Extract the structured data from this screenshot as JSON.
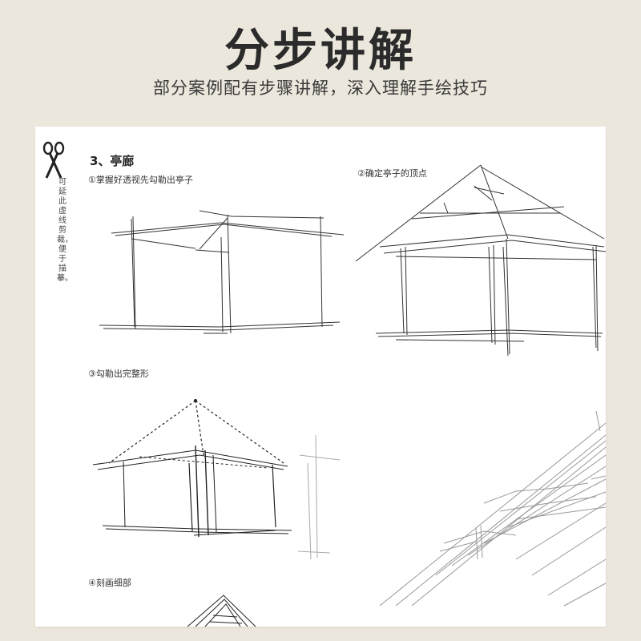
{
  "header": {
    "title": "分步讲解",
    "subtitle": "部分案例配有步骤讲解，深入理解手绘技巧"
  },
  "page": {
    "cut_hint": "可延此虚线剪裁，便于描摹。",
    "section_title": "3、亭廊",
    "steps": [
      {
        "label": "①掌握好透视先勾勒出亭子"
      },
      {
        "label": "②确定亭子的顶点"
      },
      {
        "label": "③勾勒出完整形"
      },
      {
        "label": "④刻画细部"
      }
    ]
  },
  "icons": {
    "cut": "scissors-icon"
  },
  "colors": {
    "background": "#ece7dc",
    "sheet": "#ffffff",
    "ink": "#222222",
    "pencil": "#9a9a9a"
  }
}
